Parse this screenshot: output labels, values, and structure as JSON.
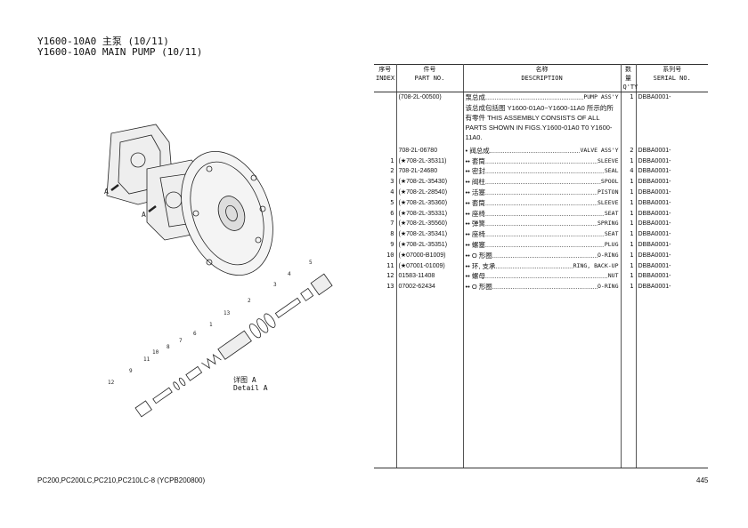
{
  "title": {
    "cn": "Y1600-10A0 主泵 (10/11)",
    "en": "Y1600-10A0 MAIN PUMP (10/11)"
  },
  "header": {
    "index_cn": "序号",
    "index_en": "INDEX",
    "part_cn": "件号",
    "part_en": "PART NO.",
    "desc_cn": "名称",
    "desc_en": "DESCRIPTION",
    "qty_cn": "数量",
    "qty_en": "Q'TY",
    "serial_cn": "系列号",
    "serial_en": "SERIAL NO."
  },
  "assembly": {
    "part": "(708-2L-00500)",
    "desc_cn": "泵总成",
    "desc_en": "PUMP ASS'Y",
    "qty": "1",
    "serial": "DBBA0001-",
    "note": "该总成包括图 Y1600-01A0~Y1600-11A0 所示的所有零件 THIS ASSEMBLY CONSISTS OF ALL PARTS SHOWN IN FIGS.Y1600-01A0 T0 Y1600-11A0."
  },
  "rows": [
    {
      "index": "",
      "part": "708-2L-06780",
      "desc_cn": "• 阀总成",
      "desc_en": "VALVE ASS'Y",
      "qty": "2",
      "serial": "DBBA0001-"
    },
    {
      "index": "1",
      "part": "(★708-2L-35311)",
      "desc_cn": "•• 套筒",
      "desc_en": "SLEEVE",
      "qty": "1",
      "serial": "DBBA0001-"
    },
    {
      "index": "2",
      "part": "708-2L-24680",
      "desc_cn": "•• 密封",
      "desc_en": "SEAL",
      "qty": "4",
      "serial": "DBBA0001-"
    },
    {
      "index": "3",
      "part": "(★708-2L-35430)",
      "desc_cn": "•• 阀柱",
      "desc_en": "SPOOL",
      "qty": "1",
      "serial": "DBBA0001-"
    },
    {
      "index": "4",
      "part": "(★708-2L-28540)",
      "desc_cn": "•• 活塞",
      "desc_en": "PISTON",
      "qty": "1",
      "serial": "DBBA0001-"
    },
    {
      "index": "5",
      "part": "(★708-2L-35360)",
      "desc_cn": "•• 套筒",
      "desc_en": "SLEEVE",
      "qty": "1",
      "serial": "DBBA0001-"
    },
    {
      "index": "6",
      "part": "(★708-2L-35331)",
      "desc_cn": "•• 座椅",
      "desc_en": "SEAT",
      "qty": "1",
      "serial": "DBBA0001-"
    },
    {
      "index": "7",
      "part": "(★708-2L-35560)",
      "desc_cn": "•• 弹簧",
      "desc_en": "SPRING",
      "qty": "1",
      "serial": "DBBA0001-"
    },
    {
      "index": "8",
      "part": "(★708-2L-35341)",
      "desc_cn": "•• 座椅",
      "desc_en": "SEAT",
      "qty": "1",
      "serial": "DBBA0001-"
    },
    {
      "index": "9",
      "part": "(★708-2L-35351)",
      "desc_cn": "•• 螺塞",
      "desc_en": "PLUG",
      "qty": "1",
      "serial": "DBBA0001-"
    },
    {
      "index": "10",
      "part": "(★07000-B1009)",
      "desc_cn": "•• O 形圈",
      "desc_en": "O-RING",
      "qty": "1",
      "serial": "DBBA0001-"
    },
    {
      "index": "11",
      "part": "(★07001-01009)",
      "desc_cn": "•• 环, 支承",
      "desc_en": "RING, BACK-UP",
      "qty": "1",
      "serial": "DBBA0001-"
    },
    {
      "index": "12",
      "part": "01583-11408",
      "desc_cn": "•• 螺母",
      "desc_en": "NUT",
      "qty": "1",
      "serial": "DBBA0001-"
    },
    {
      "index": "13",
      "part": "07002-62434",
      "desc_cn": "•• O 形圈",
      "desc_en": "O-RING",
      "qty": "1",
      "serial": "DBBA0001-"
    }
  ],
  "drawing": {
    "detail_cn": "详图 A",
    "detail_en": "Detail A",
    "callout_a": "A",
    "labels": [
      "1",
      "2",
      "3",
      "4",
      "5",
      "6",
      "7",
      "8",
      "9",
      "10",
      "11",
      "12",
      "13"
    ]
  },
  "footer": {
    "models": "PC200,PC200LC,PC210,PC210LC-8 (YCPB200800)",
    "page": "445"
  }
}
